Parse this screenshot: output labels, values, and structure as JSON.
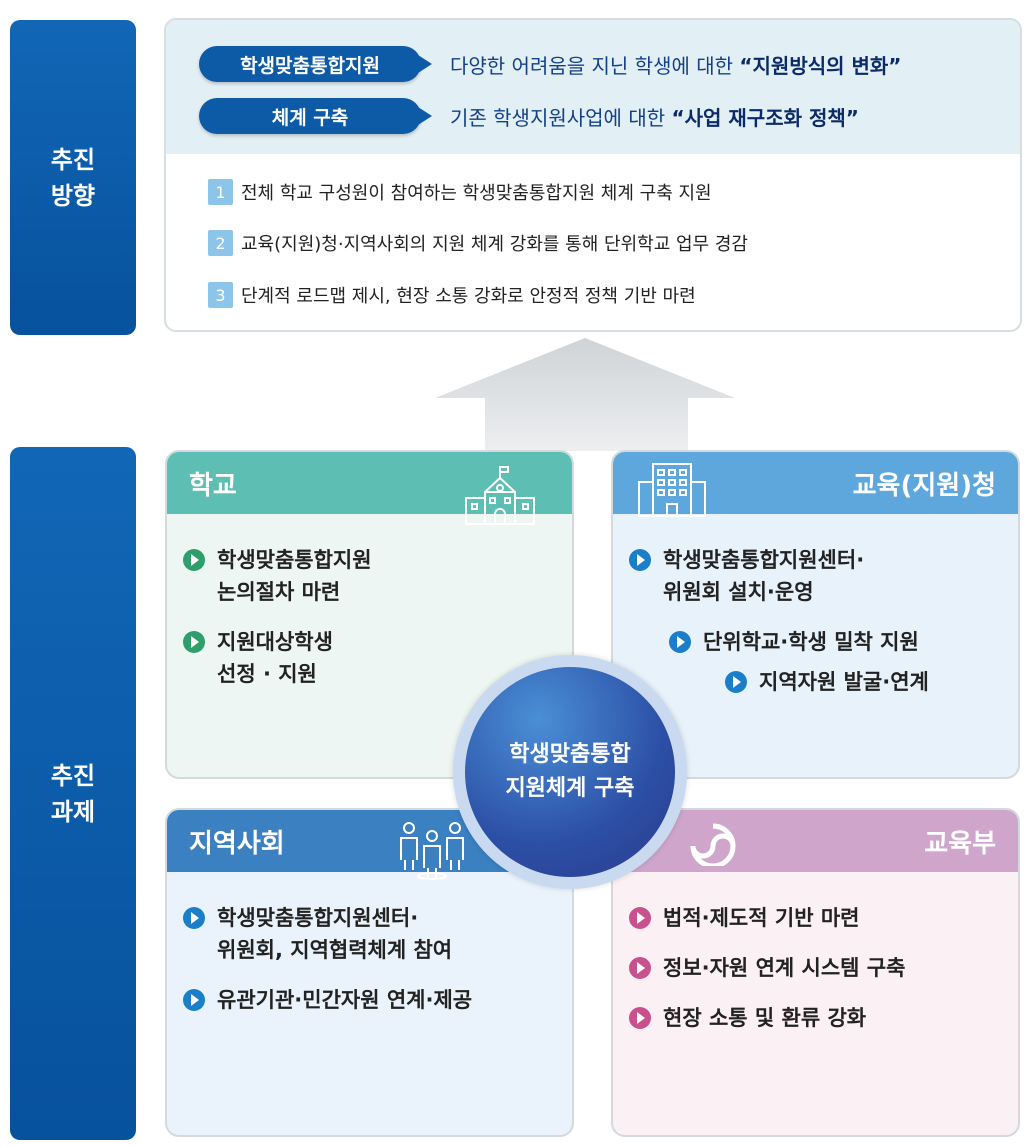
{
  "direction": {
    "label": "추진\n방향",
    "pills": [
      {
        "label": "학생맞춤통합지원",
        "text": "다양한 어려움을 지닌 학생에 대한 ",
        "emph": "“지원방식의 변화”"
      },
      {
        "label": "체계 구축",
        "text": "기존 학생지원사업에 대한 ",
        "emph": "“사업 재구조화 정책”"
      }
    ],
    "items": [
      {
        "num": "1",
        "text": "전체 학교 구성원이 참여하는 학생맞춤통합지원 체계 구축 지원"
      },
      {
        "num": "2",
        "text": "교육(지원)청·지역사회의 지원 체계 강화를 통해 단위학교 업무 경감"
      },
      {
        "num": "3",
        "text": "단계적 로드맵 제시, 현장 소통 강화로 안정적 정책 기반 마련"
      }
    ]
  },
  "tasks": {
    "label": "추진\n과제",
    "center": "학생맞춤통합\n지원체계 구축",
    "cards": [
      {
        "title": "학교",
        "icon": "school-icon",
        "color": "#5dbfb4",
        "items": [
          "학생맞춤통합지원\n논의절차 마련",
          "지원대상학생\n선정 · 지원"
        ]
      },
      {
        "title": "교육(지원)청",
        "icon": "office-building-icon",
        "color": "#5ea7dd",
        "items": [
          "학생맞춤통합지원센터·\n위원회 설치·운영",
          "단위학교·학생 밀착 지원",
          "지역자원 발굴·연계"
        ]
      },
      {
        "title": "지역사회",
        "icon": "people-icon",
        "color": "#3b80c1",
        "items": [
          "학생맞춤통합지원센터·\n위원회, 지역협력체계 참여",
          "유관기관·민간자원 연계·제공"
        ]
      },
      {
        "title": "교육부",
        "icon": "government-emblem-icon",
        "color": "#cfa5cc",
        "items": [
          "법적·제도적 기반 마련",
          "정보·자원 연계 시스템 구축",
          "현장 소통 및 환류 강화"
        ]
      }
    ]
  }
}
